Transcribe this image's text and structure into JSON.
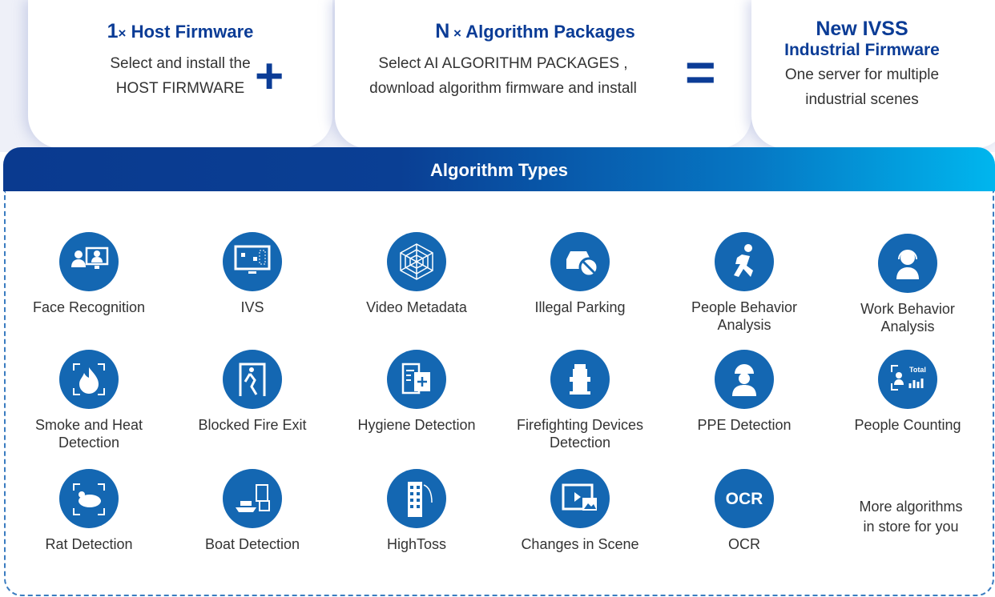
{
  "steps": [
    {
      "title_prefix": "1",
      "title_mult": "×",
      "title": " Host Firmware",
      "desc": [
        "Select and install the",
        "HOST FIRMWARE"
      ]
    },
    {
      "title_prefix": "N",
      "title_mult": " ×",
      "title": " Algorithm Packages",
      "desc": [
        "Select AI ALGORITHM PACKAGES ,",
        "download algorithm firmware and install"
      ]
    },
    {
      "title": "New IVSS",
      "subtitle": "Industrial Firmware",
      "desc": [
        "One server for multiple",
        "industrial scenes"
      ]
    }
  ],
  "operators": {
    "plus": "+",
    "equals": "="
  },
  "banner": {
    "title": "Algorithm Types"
  },
  "colors": {
    "primary": "#0b3c96",
    "icon_bg": "#1467b2",
    "gradient_end": "#00b6ee"
  },
  "algorithms": [
    {
      "label": "Face Recognition",
      "icon": "face-recognition-icon"
    },
    {
      "label": "IVS",
      "icon": "ivs-monitor-icon"
    },
    {
      "label": "Video Metadata",
      "icon": "web-icon"
    },
    {
      "label": "Illegal Parking",
      "icon": "no-parking-car-icon"
    },
    {
      "label": "People Behavior Analysis",
      "icon": "running-person-icon"
    },
    {
      "label": "Work Behavior Analysis",
      "icon": "worker-headset-icon"
    },
    {
      "label": "Smoke and Heat Detection",
      "icon": "flame-icon"
    },
    {
      "label": "Blocked Fire Exit",
      "icon": "fire-exit-icon"
    },
    {
      "label": "Hygiene Detection",
      "icon": "hygiene-document-icon"
    },
    {
      "label": "Firefighting Devices Detection",
      "icon": "fire-hydrant-icon"
    },
    {
      "label": "PPE Detection",
      "icon": "helmet-worker-icon"
    },
    {
      "label": "People Counting",
      "icon": "people-counting-icon",
      "icon_text": "Total"
    },
    {
      "label": "Rat Detection",
      "icon": "rat-icon"
    },
    {
      "label": "Boat Detection",
      "icon": "boat-icon"
    },
    {
      "label": "HighToss",
      "icon": "building-toss-icon"
    },
    {
      "label": "Changes in Scene",
      "icon": "film-scene-icon"
    },
    {
      "label": "OCR",
      "icon": "ocr-icon",
      "icon_text": "OCR"
    }
  ],
  "more": [
    "More algorithms",
    "in store for you"
  ]
}
